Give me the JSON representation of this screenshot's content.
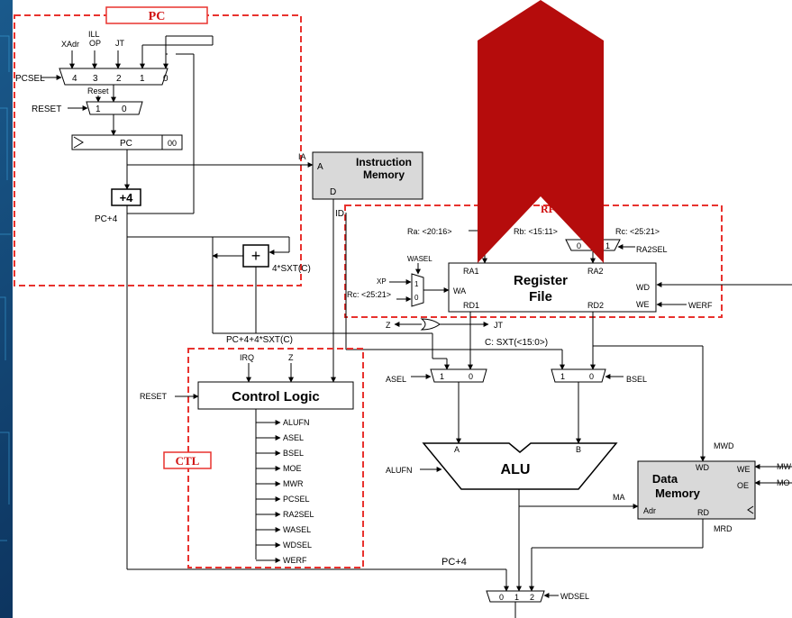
{
  "diagram": {
    "regions": {
      "pc": "PC",
      "rf": "RF",
      "ctl": "CTL"
    },
    "pcsel_mux": {
      "signal": "PCSEL",
      "inputs": [
        "4",
        "3",
        "2",
        "1",
        "0"
      ],
      "input_labels": [
        "XAdr",
        "ILL",
        "OP",
        "JT"
      ]
    },
    "reset_mux": {
      "signal": "RESET",
      "label": "Reset",
      "inputs": [
        "1",
        "0"
      ]
    },
    "pc_register": {
      "label": "PC",
      "suffix": "00"
    },
    "plus4": "+4",
    "pc_plus4": "PC+4",
    "instruction_memory": {
      "title_line1": "Instruction",
      "title_line2": "Memory",
      "port_a": "A",
      "port_d": "D",
      "ia": "IA",
      "id": "ID"
    },
    "branch_adder": {
      "symbol": "+",
      "input": "4*SXT(C)",
      "output": "PC+4+4*SXT(C)"
    },
    "register_file": {
      "title_line1": "Register",
      "title_line2": "File",
      "ports": {
        "ra1": "RA1",
        "ra2": "RA2",
        "wa": "WA",
        "rd1": "RD1",
        "rd2": "RD2",
        "wd": "WD",
        "we": "WE"
      },
      "ra": "Ra: <20:16>",
      "rb": "Rb: <15:11>",
      "rc_top": "Rc: <25:21>",
      "rc_left": "Rc: <25:21>",
      "ra2sel": "RA2SEL",
      "wasel": "WASEL",
      "xp": "XP",
      "werf": "WERF"
    },
    "z_jt": {
      "z": "Z",
      "jt": "JT"
    },
    "sxt": "C: SXT(<15:0>)",
    "asel": "ASEL",
    "bsel": "BSEL",
    "alu": {
      "label": "ALU",
      "a": "A",
      "b": "B",
      "alufn": "ALUFN"
    },
    "control_logic": {
      "title": "Control Logic",
      "irq": "IRQ",
      "z": "Z",
      "reset": "RESET",
      "outputs": [
        "ALUFN",
        "ASEL",
        "BSEL",
        "MOE",
        "MWR",
        "PCSEL",
        "RA2SEL",
        "WASEL",
        "WDSEL",
        "WERF"
      ]
    },
    "data_memory": {
      "title_line1": "Data",
      "title_line2": "Memory",
      "wd": "WD",
      "we": "WE",
      "oe": "OE",
      "adr": "Adr",
      "rd": "RD",
      "mwd": "MWD",
      "ma": "MA",
      "mrd": "MRD",
      "mw_cut": "MW",
      "mo_cut": "MO"
    },
    "wdsel_mux": {
      "signal": "WDSEL",
      "inputs": [
        "0",
        "1",
        "2"
      ],
      "pc4": "PC+4"
    },
    "mux_inputs": {
      "one": "1",
      "zero": "0"
    }
  },
  "colors": {
    "dashed_box": "#e8322e",
    "bookmark": "#b50c0c",
    "background": "#0b2a4a",
    "gray_block": "#d9d9d9"
  }
}
